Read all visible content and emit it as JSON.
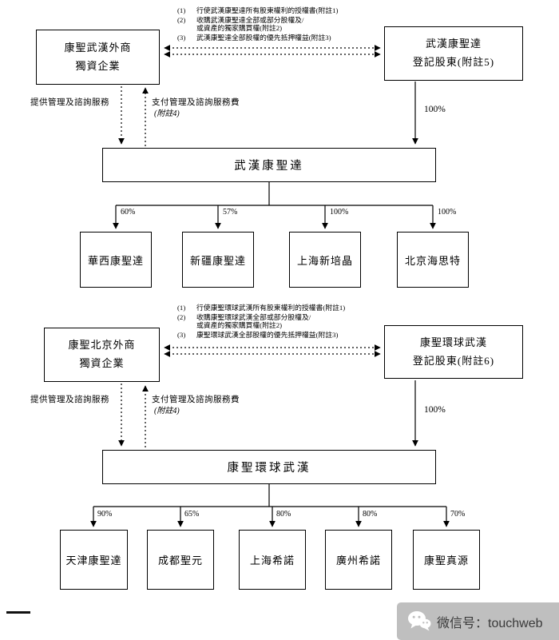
{
  "top_chart": {
    "wfoe_box": "康聖武漢外商\n獨資企業",
    "shareholder_box": "武漢康聖達\n登記股東(附註5)",
    "notes": [
      {
        "num": "(1)",
        "text": "行使武漢康聖達所有股東權利的授權書(附註1)"
      },
      {
        "num": "(2)",
        "text": "收購武漢康聖達全部或部分股權及/\n或資產的獨家購買權(附註2)"
      },
      {
        "num": "(3)",
        "text": "武漢康聖達全部股權的優先抵押權益(附註3)"
      }
    ],
    "provide_services_label": "提供管理及諮詢服務",
    "pay_fees_label": "支付管理及諮詢服務費",
    "pay_fees_note": "(附註4)",
    "ownership_pct": "100%",
    "parent_box": "武漢康聖達",
    "subsidiaries": [
      {
        "name": "華西康聖達",
        "pct": "60%"
      },
      {
        "name": "新疆康聖達",
        "pct": "57%"
      },
      {
        "name": "上海新培晶",
        "pct": "100%"
      },
      {
        "name": "北京海思特",
        "pct": "100%"
      }
    ]
  },
  "bottom_chart": {
    "wfoe_box": "康聖北京外商\n獨資企業",
    "shareholder_box": "康聖環球武漢\n登記股東(附註6)",
    "notes": [
      {
        "num": "(1)",
        "text": "行使康聖環球武漢所有股東權利的授權書(附註1)"
      },
      {
        "num": "(2)",
        "text": "收購康聖環球武漢全部或部分股權及/\n或資產的獨家購買權(附註2)"
      },
      {
        "num": "(3)",
        "text": "康聖環球武漢全部股權的優先抵押權益(附註3)"
      }
    ],
    "provide_services_label": "提供管理及諮詢服務",
    "pay_fees_label": "支付管理及諮詢服務費",
    "pay_fees_note": "(附註4)",
    "ownership_pct": "100%",
    "parent_box": "康聖環球武漢",
    "subsidiaries": [
      {
        "name": "天津康聖達",
        "pct": "90%"
      },
      {
        "name": "成都聖元",
        "pct": "65%"
      },
      {
        "name": "上海希諾",
        "pct": "80%"
      },
      {
        "name": "廣州希諾",
        "pct": "80%"
      },
      {
        "name": "康聖真源",
        "pct": "70%"
      }
    ]
  },
  "footer": {
    "wechat_label": "微信号：touchweb"
  },
  "colors": {
    "line": "#000000",
    "watermark_bg": "#bfbfbf",
    "watermark_text": "#3a3a3a"
  }
}
